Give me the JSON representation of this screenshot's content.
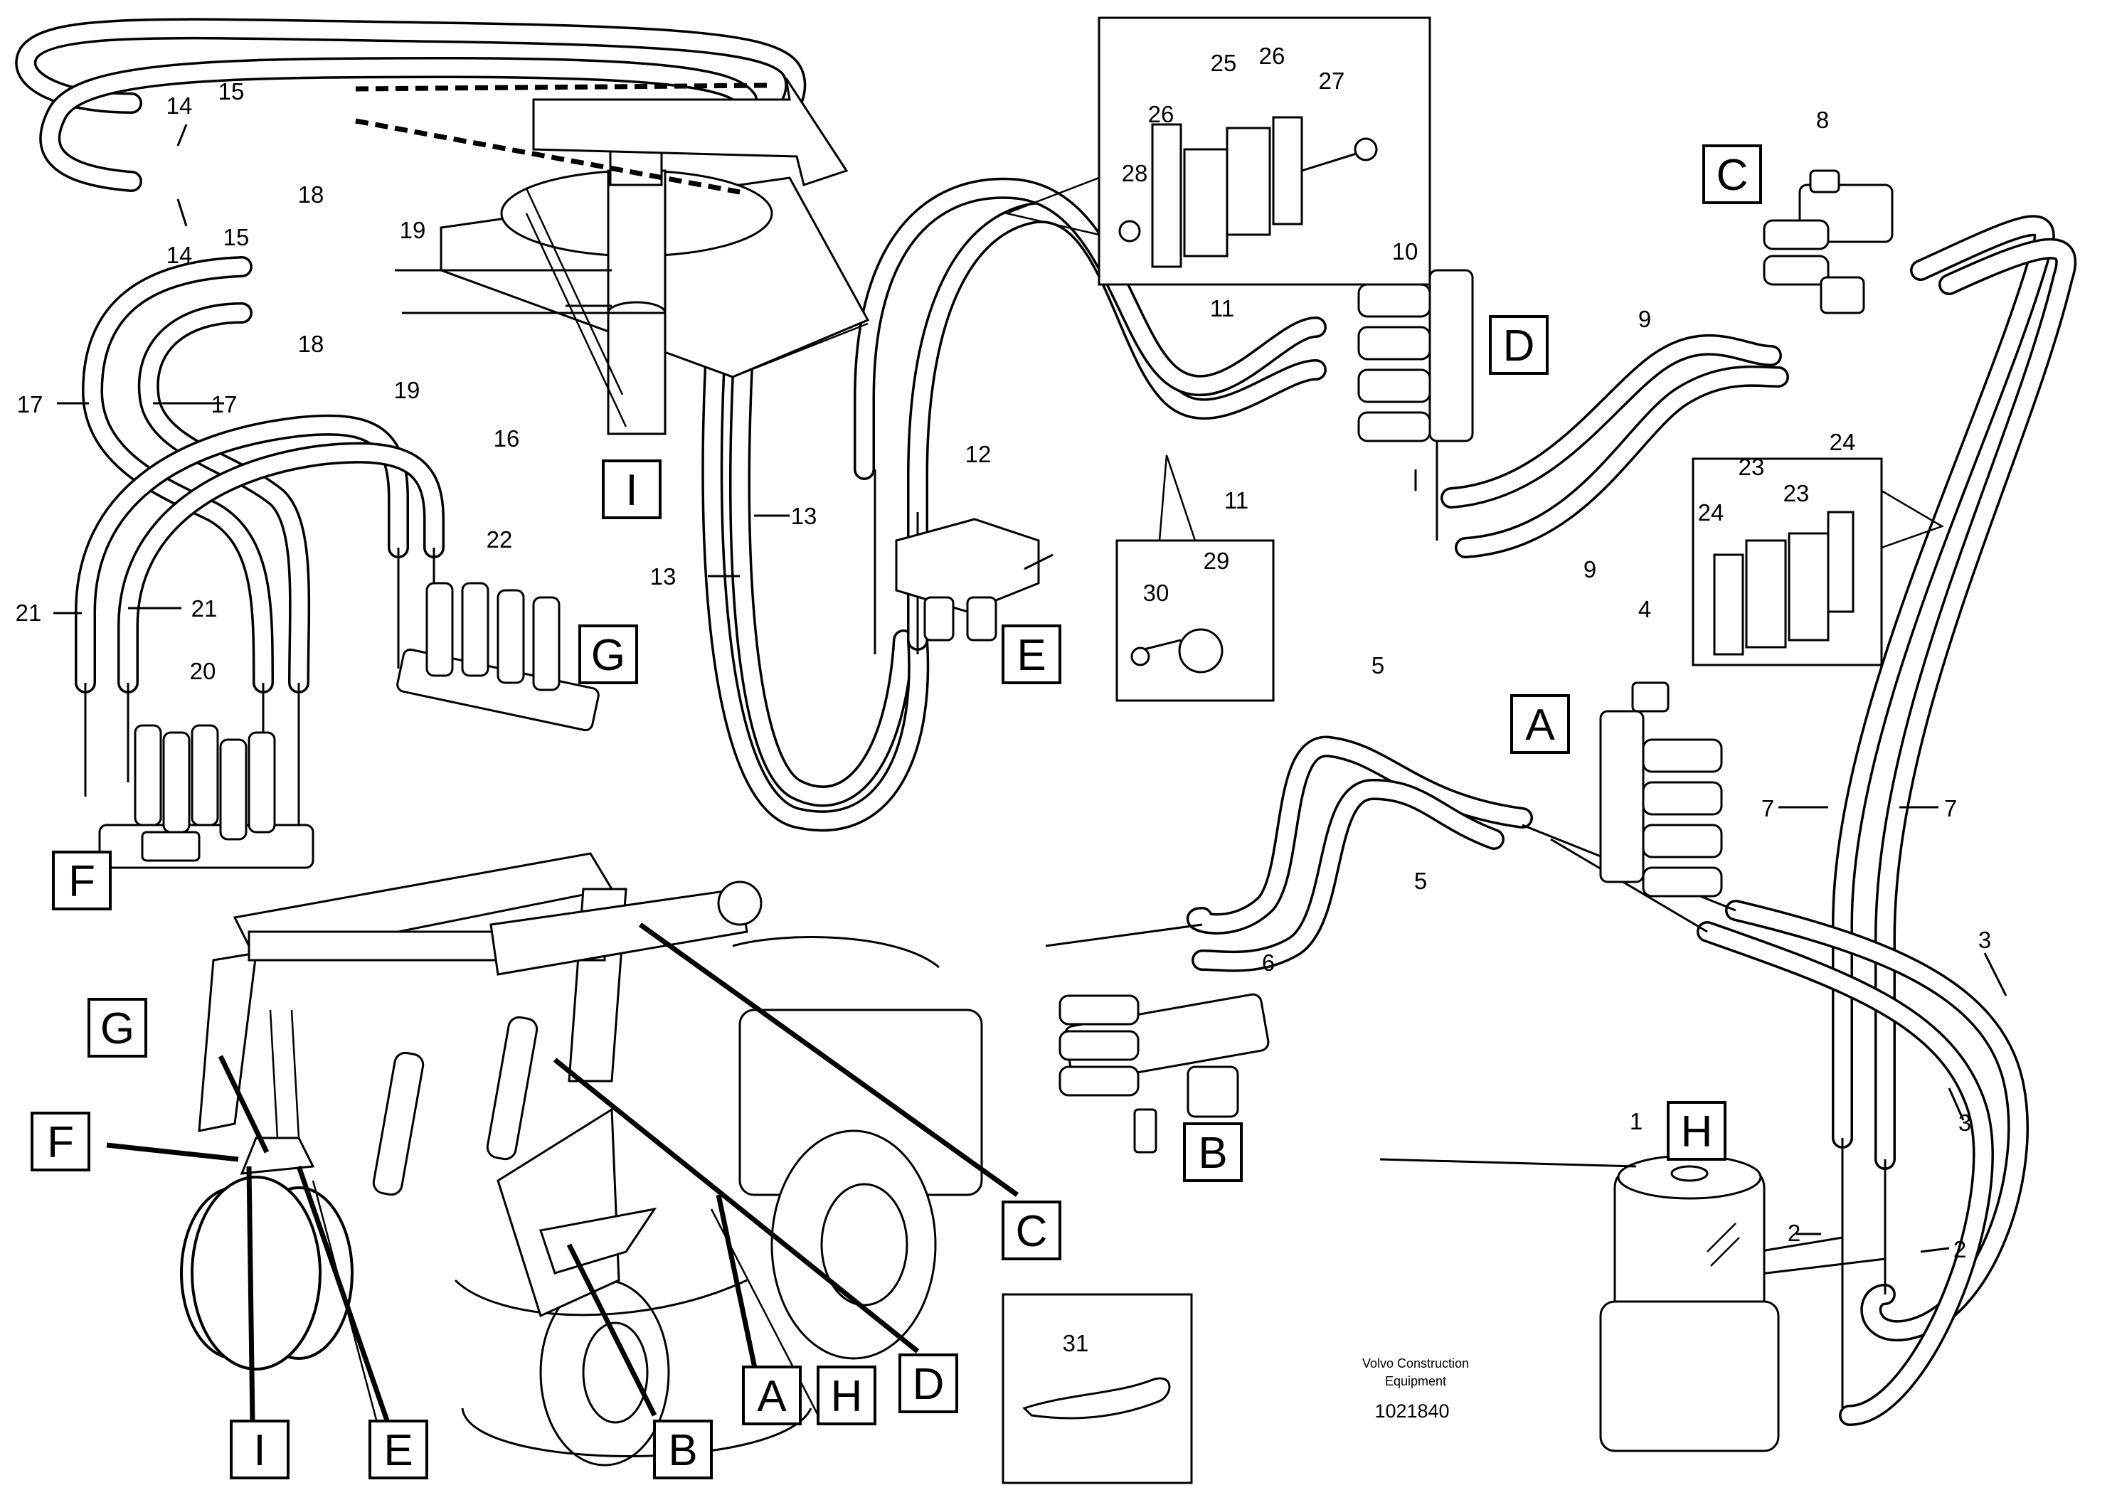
{
  "part_numbers": {
    "n1": "1",
    "n2a": "2",
    "n2b": "2",
    "n3a": "3",
    "n3b": "3",
    "n4": "4",
    "n5a": "5",
    "n5b": "5",
    "n6": "6",
    "n7a": "7",
    "n7b": "7",
    "n8": "8",
    "n9a": "9",
    "n9b": "9",
    "n10": "10",
    "n11a": "11",
    "n11b": "11",
    "n12": "12",
    "n13a": "13",
    "n13b": "13",
    "n14a": "14",
    "n14b": "14",
    "n15a": "15",
    "n15b": "15",
    "n16": "16",
    "n17a": "17",
    "n17b": "17",
    "n18a": "18",
    "n18b": "18",
    "n19a": "19",
    "n19b": "19",
    "n20": "20",
    "n21a": "21",
    "n21b": "21",
    "n22": "22",
    "n23a": "23",
    "n23b": "23",
    "n24a": "24",
    "n24b": "24",
    "n25": "25",
    "n26a": "26",
    "n26b": "26",
    "n27": "27",
    "n28": "28",
    "n29": "29",
    "n30": "30",
    "n31": "31"
  },
  "section_labels": {
    "A": "A",
    "B": "B",
    "C": "C",
    "D": "D",
    "E": "E",
    "F": "F",
    "G": "G",
    "H": "H",
    "I": "I"
  },
  "machine_labels": {
    "A": "A",
    "B": "B",
    "C": "C",
    "D": "D",
    "E": "E",
    "F": "F",
    "G": "G",
    "H": "H",
    "I": "I"
  },
  "footer": {
    "company_line1": "Volvo Construction",
    "company_line2": "Equipment",
    "document_number": "1021840"
  }
}
